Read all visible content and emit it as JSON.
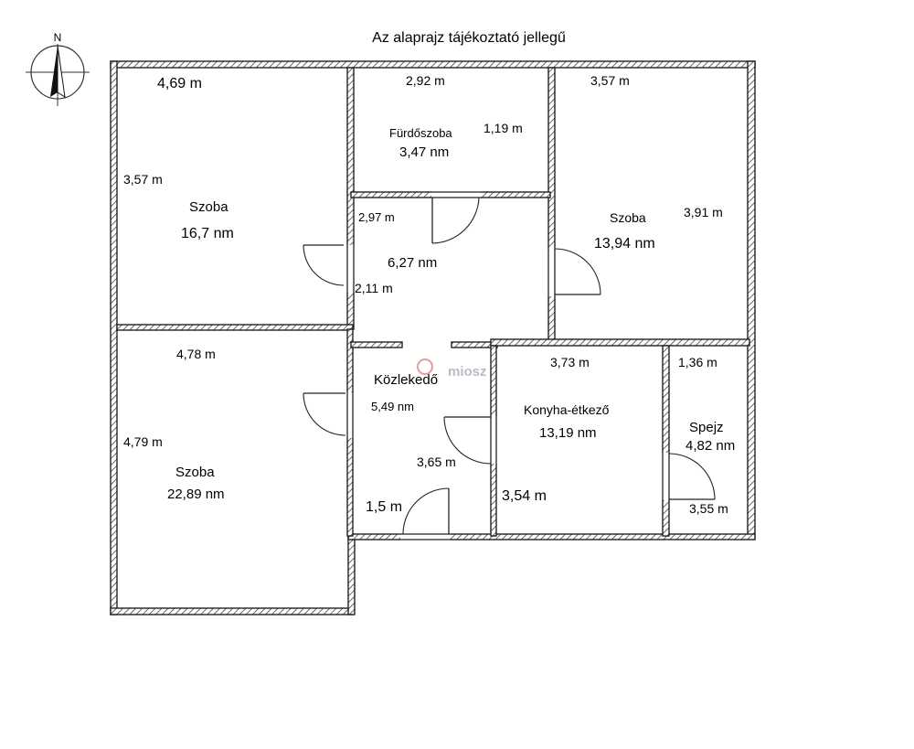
{
  "title": "Az alaprajz tájékoztató jellegű",
  "compass": {
    "north_label": "N",
    "icon": "compass-icon"
  },
  "watermark": "miosz",
  "rooms": [
    {
      "id": "szoba-nw",
      "name": "Szoba",
      "area": "16,7 nm",
      "dims": [
        "4,69 m",
        "3,57 m"
      ]
    },
    {
      "id": "furdoszoba",
      "name": "Fürdőszoba",
      "area": "3,47 nm",
      "dims": [
        "2,92 m",
        "1,19 m"
      ]
    },
    {
      "id": "szoba-ne",
      "name": "Szoba",
      "area": "13,94 nm",
      "dims": [
        "3,57 m",
        "3,91 m"
      ]
    },
    {
      "id": "eloszoba",
      "name": "",
      "area": "6,27 nm",
      "dims": [
        "2,97 m",
        "2,11 m"
      ]
    },
    {
      "id": "szoba-sw",
      "name": "Szoba",
      "area": "22,89 nm",
      "dims": [
        "4,78 m",
        "4,79 m"
      ]
    },
    {
      "id": "kozlekedo",
      "name": "Közlekedő",
      "area": "5,49 nm",
      "dims": [
        "3,65 m",
        "1,5 m"
      ]
    },
    {
      "id": "konyha",
      "name": "Konyha-étkező",
      "area": "13,19 nm",
      "dims": [
        "3,73 m",
        "3,54 m"
      ]
    },
    {
      "id": "spejz",
      "name": "Spejz",
      "area": "4,82 nm",
      "dims": [
        "1,36 m",
        "3,55 m"
      ]
    }
  ]
}
